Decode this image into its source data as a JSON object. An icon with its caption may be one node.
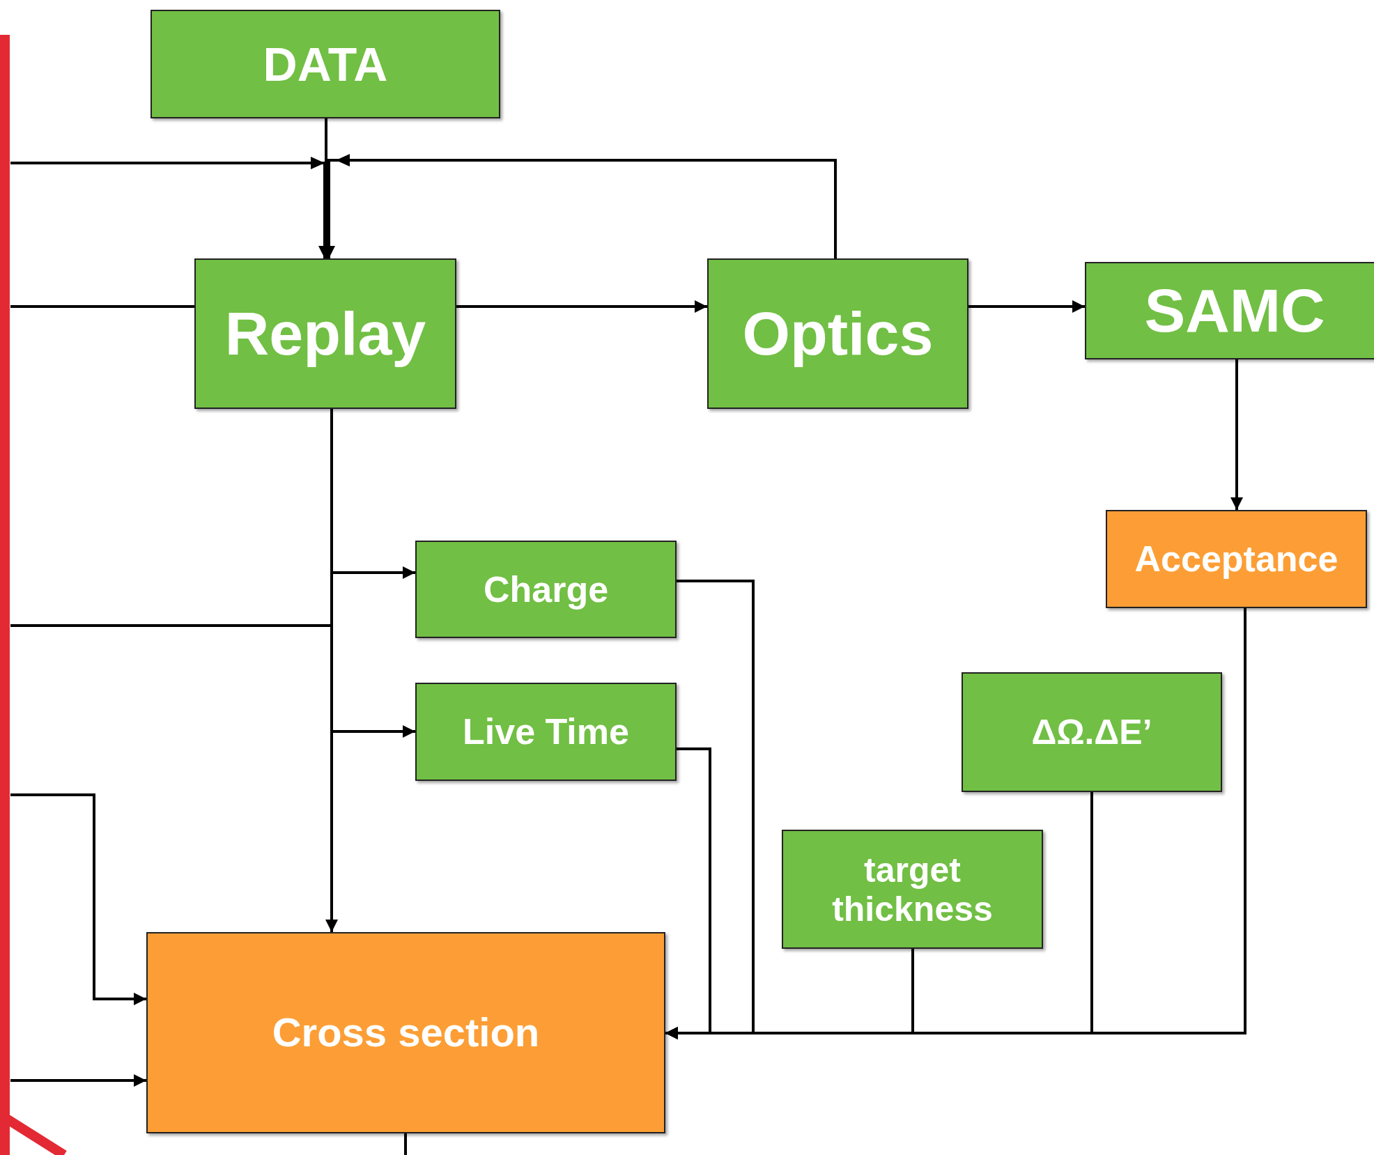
{
  "diagram": {
    "nodes": [
      {
        "text": [
          "DATA"
        ]
      },
      {
        "text": [
          "Replay"
        ]
      },
      {
        "text": [
          "Optics"
        ]
      },
      {
        "text": [
          "SAMC"
        ]
      },
      {
        "text": [
          "Acceptance"
        ]
      },
      {
        "text": [
          "Charge"
        ]
      },
      {
        "text": [
          "Live Time"
        ]
      },
      {
        "text": [
          "ΔΩ.ΔE’"
        ]
      },
      {
        "text": [
          "target thickness"
        ]
      },
      {
        "text": [
          "Cross section"
        ]
      }
    ],
    "edges": [
      {
        "from": 0,
        "to": 1,
        "arrow": "to"
      },
      {
        "from": null,
        "to": 1,
        "arrow": "to"
      },
      {
        "from": 2,
        "to": 1,
        "arrow": "to"
      },
      {
        "from": null,
        "to": 1,
        "arrow": "none"
      },
      {
        "from": 1,
        "to": 2,
        "arrow": "to"
      },
      {
        "from": 2,
        "to": 3,
        "arrow": "to"
      },
      {
        "from": 3,
        "to": 4,
        "arrow": "to"
      },
      {
        "from": 1,
        "to": 9,
        "arrow": "to"
      },
      {
        "from": 1,
        "to": 5,
        "arrow": "to"
      },
      {
        "from": 1,
        "to": 6,
        "arrow": "to"
      },
      {
        "from": null,
        "to": 1,
        "arrow": "none"
      },
      {
        "from": null,
        "to": 9,
        "arrow": "to"
      },
      {
        "from": null,
        "to": 9,
        "arrow": "to"
      },
      {
        "from": 5,
        "to": 9,
        "arrow": "to"
      },
      {
        "from": 6,
        "to": 9,
        "arrow": "to"
      },
      {
        "from": 8,
        "to": 9,
        "arrow": "to"
      },
      {
        "from": 7,
        "to": 9,
        "arrow": "to"
      },
      {
        "from": 4,
        "to": 9,
        "arrow": "to"
      },
      {
        "from": 9,
        "to": null,
        "arrow": "none"
      }
    ]
  }
}
